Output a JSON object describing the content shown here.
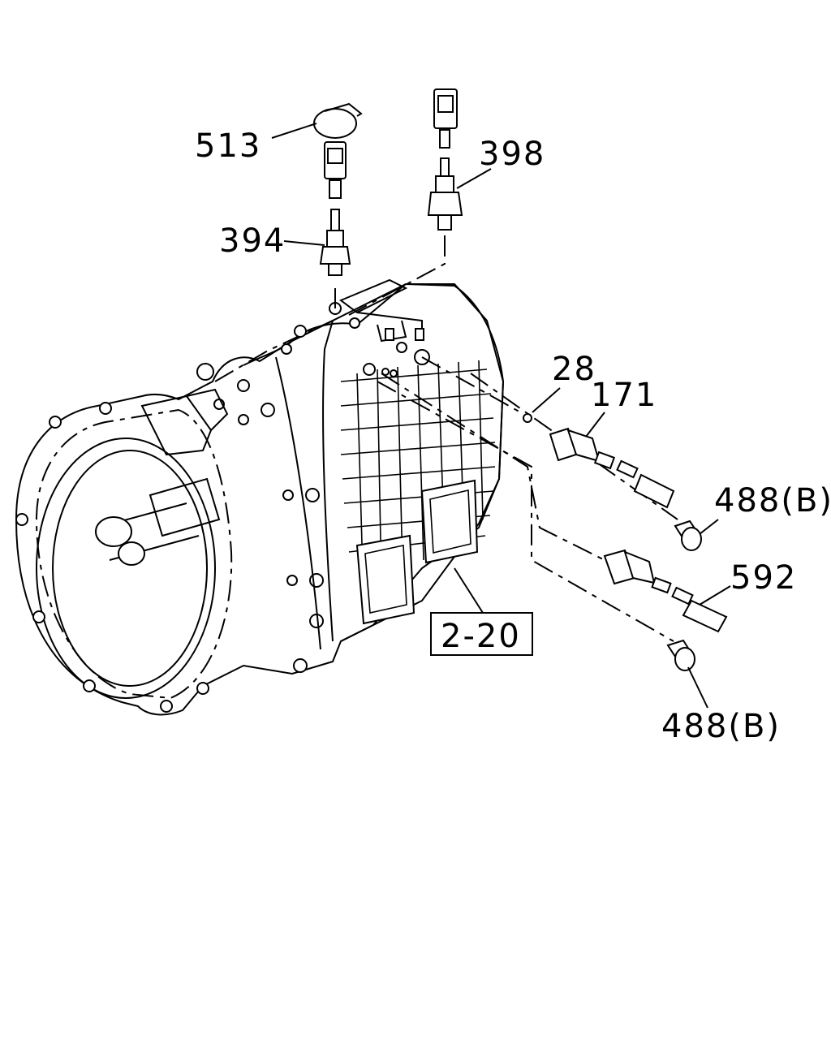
{
  "callouts": {
    "c513": "513",
    "c398": "398",
    "c394": "394",
    "c28": "28",
    "c171": "171",
    "c488_upper": "488(B)",
    "c592": "592",
    "c488_lower": "488(B)",
    "ref_box": "2-20"
  },
  "parts": {
    "seal": "seal-part",
    "switch_398": "pressure-switch",
    "switch_394": "pressure-switch",
    "ball_28": "ball",
    "sensor_171": "sensor",
    "sensor_592": "sensor",
    "plug": "drain-plug",
    "transmission": "transmission-case"
  }
}
